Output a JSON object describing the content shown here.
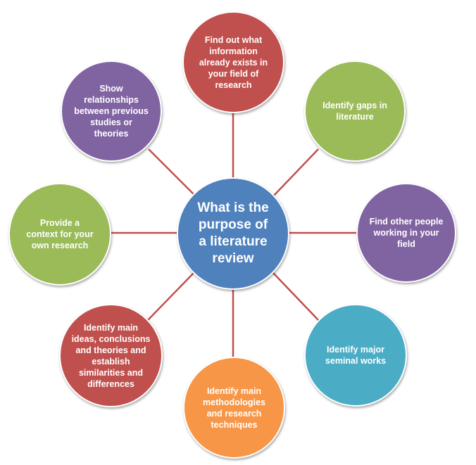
{
  "diagram": {
    "center": {
      "label": "What is the purpose of a literature review",
      "color": "#4f81bd"
    },
    "connector_color": "#c0504d",
    "nodes": [
      {
        "id": "top",
        "label": "Find out what information already exists in your field of research",
        "color": "#c0504d"
      },
      {
        "id": "top-right",
        "label": "Identify gaps in literature",
        "color": "#9bbb59"
      },
      {
        "id": "right",
        "label": "Find other people working in your field",
        "color": "#8064a2"
      },
      {
        "id": "bottom-right",
        "label": "Identify major seminal works",
        "color": "#4bacc6"
      },
      {
        "id": "bottom",
        "label": "Identify main methodologies and research techniques",
        "color": "#f79646"
      },
      {
        "id": "bottom-left",
        "label": "Identify main ideas, conclusions and theories and establish similarities and differences",
        "color": "#c0504d"
      },
      {
        "id": "left",
        "label": "Provide a context for your own research",
        "color": "#9bbb59"
      },
      {
        "id": "top-left",
        "label": "Show relationships between previous studies or theories",
        "color": "#8064a2"
      }
    ]
  }
}
